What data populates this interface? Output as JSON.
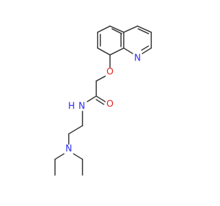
{
  "molecule": {
    "atom_labels": {
      "ring_n": "N",
      "ether_o": "O",
      "carbonyl_o": "O",
      "amide_n": "N",
      "amide_h": "H",
      "amine_n": "N"
    },
    "colors": {
      "bond": "#3a3a3a",
      "nitrogen": "#2a2af0",
      "oxygen": "#e02020",
      "background": "#ffffff"
    }
  }
}
